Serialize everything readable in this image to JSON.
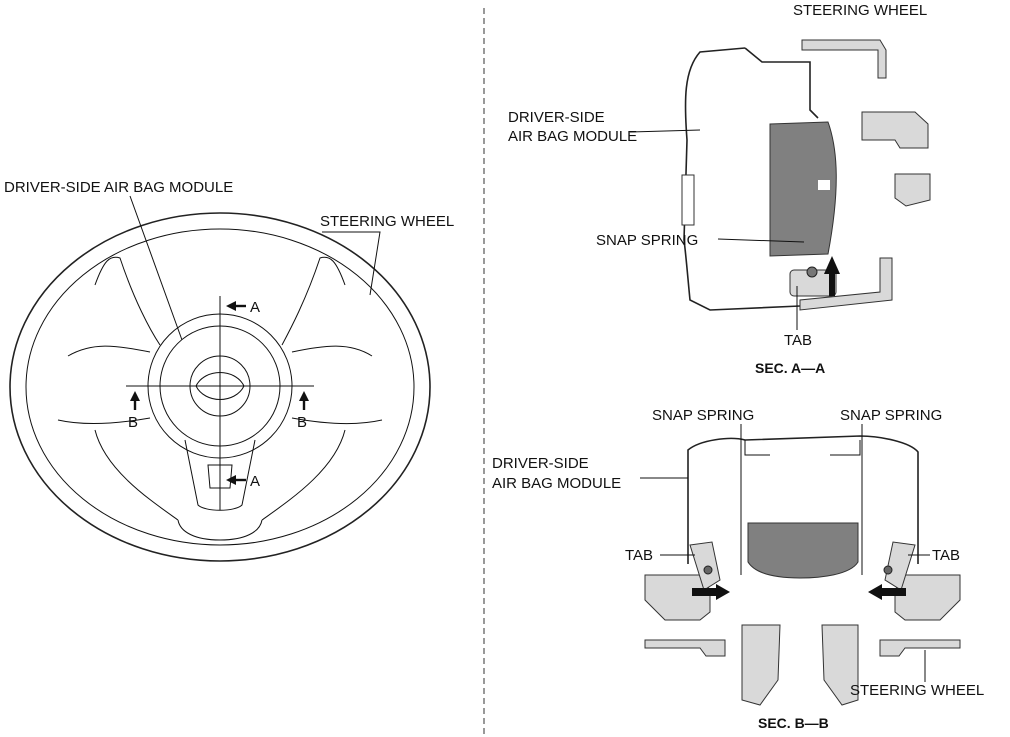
{
  "left_view": {
    "label_airbag": "DRIVER-SIDE AIR BAG MODULE",
    "label_wheel": "STEERING WHEEL",
    "marker_a": "A",
    "marker_b": "B"
  },
  "section_aa": {
    "label_wheel": "STEERING WHEEL",
    "label_airbag_line1": "DRIVER-SIDE",
    "label_airbag_line2": "AIR BAG MODULE",
    "label_snap": "SNAP SPRING",
    "label_tab": "TAB",
    "title": "SEC. A—A"
  },
  "section_bb": {
    "label_snap_left": "SNAP SPRING",
    "label_snap_right": "SNAP SPRING",
    "label_airbag_line1": "DRIVER-SIDE",
    "label_airbag_line2": "AIR BAG MODULE",
    "label_tab_left": "TAB",
    "label_tab_right": "TAB",
    "label_wheel": "STEERING WHEEL",
    "title": "SEC. B—B"
  }
}
